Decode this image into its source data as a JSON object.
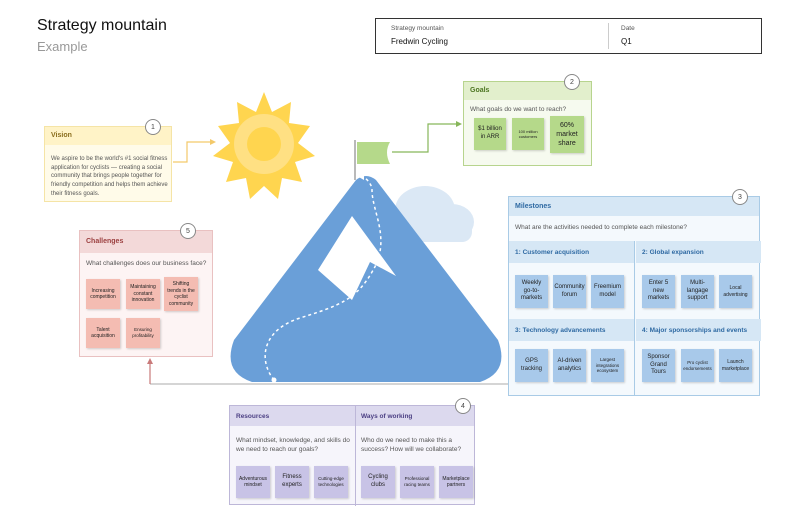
{
  "page": {
    "title": "Strategy mountain",
    "subtitle": "Example"
  },
  "header": {
    "left_label": "Strategy mountain",
    "left_value": "Fredwin Cycling",
    "right_label": "Date",
    "right_value": "Q1"
  },
  "vision": {
    "number": "1",
    "title": "Vision",
    "text": "We aspire to be the world's #1 social fitness application for cyclists — creating a social community that brings people together for friendly competition and helps them achieve their fitness goals."
  },
  "goals": {
    "number": "2",
    "title": "Goals",
    "question": "What goals do we want to reach?",
    "notes": [
      "$1 billion in ARR",
      "100 million customers",
      "60% market share"
    ]
  },
  "milestones": {
    "number": "3",
    "title": "Milestones",
    "question": "What are the activities needed to complete each milestone?",
    "sections": [
      {
        "title": "1: Customer acquisition",
        "notes": [
          "Weekly go-to-markets",
          "Community forum",
          "Freemium model"
        ]
      },
      {
        "title": "2: Global expansion",
        "notes": [
          "Enter 5 new markets",
          "Multi-langage support",
          "Local advertising"
        ]
      },
      {
        "title": "3: Technology advancements",
        "notes": [
          "GPS tracking",
          "AI-driven analytics",
          "Largest integrations ecosystem"
        ]
      },
      {
        "title": "4: Major sponsorships and events",
        "notes": [
          "Sponsor Grand Tours",
          "Pro cyclist endorsements",
          "Launch marketplace"
        ]
      }
    ]
  },
  "resources": {
    "number": "4",
    "title": "Resources",
    "question": "What mindset, knowledge, and skills do we need to reach our goals?",
    "notes": [
      "Adventurous mindset",
      "Fitness experts",
      "Cutting-edge technologies"
    ]
  },
  "ways": {
    "title": "Ways of working",
    "question": "Who do we need to make this a success? How will we collaborate?",
    "notes": [
      "Cycling clubs",
      "Professional racing teams",
      "Marketplace partners"
    ]
  },
  "challenges": {
    "number": "5",
    "title": "Challenges",
    "question": "What challenges does our business face?",
    "notes": [
      "Increasing competition",
      "Maintaining constant innovation",
      "Shifting trends in the cyclist community",
      "Talent acquisition",
      "Ensuring profitability"
    ]
  },
  "colors": {
    "vision": "#fff3c7",
    "goals": "#b5d98a",
    "milestones": "#a8c9ea",
    "challenges": "#f4bcb2",
    "resources": "#c8c3e6",
    "mountain": "#6a9fd8",
    "sun": "#ffd54f"
  }
}
